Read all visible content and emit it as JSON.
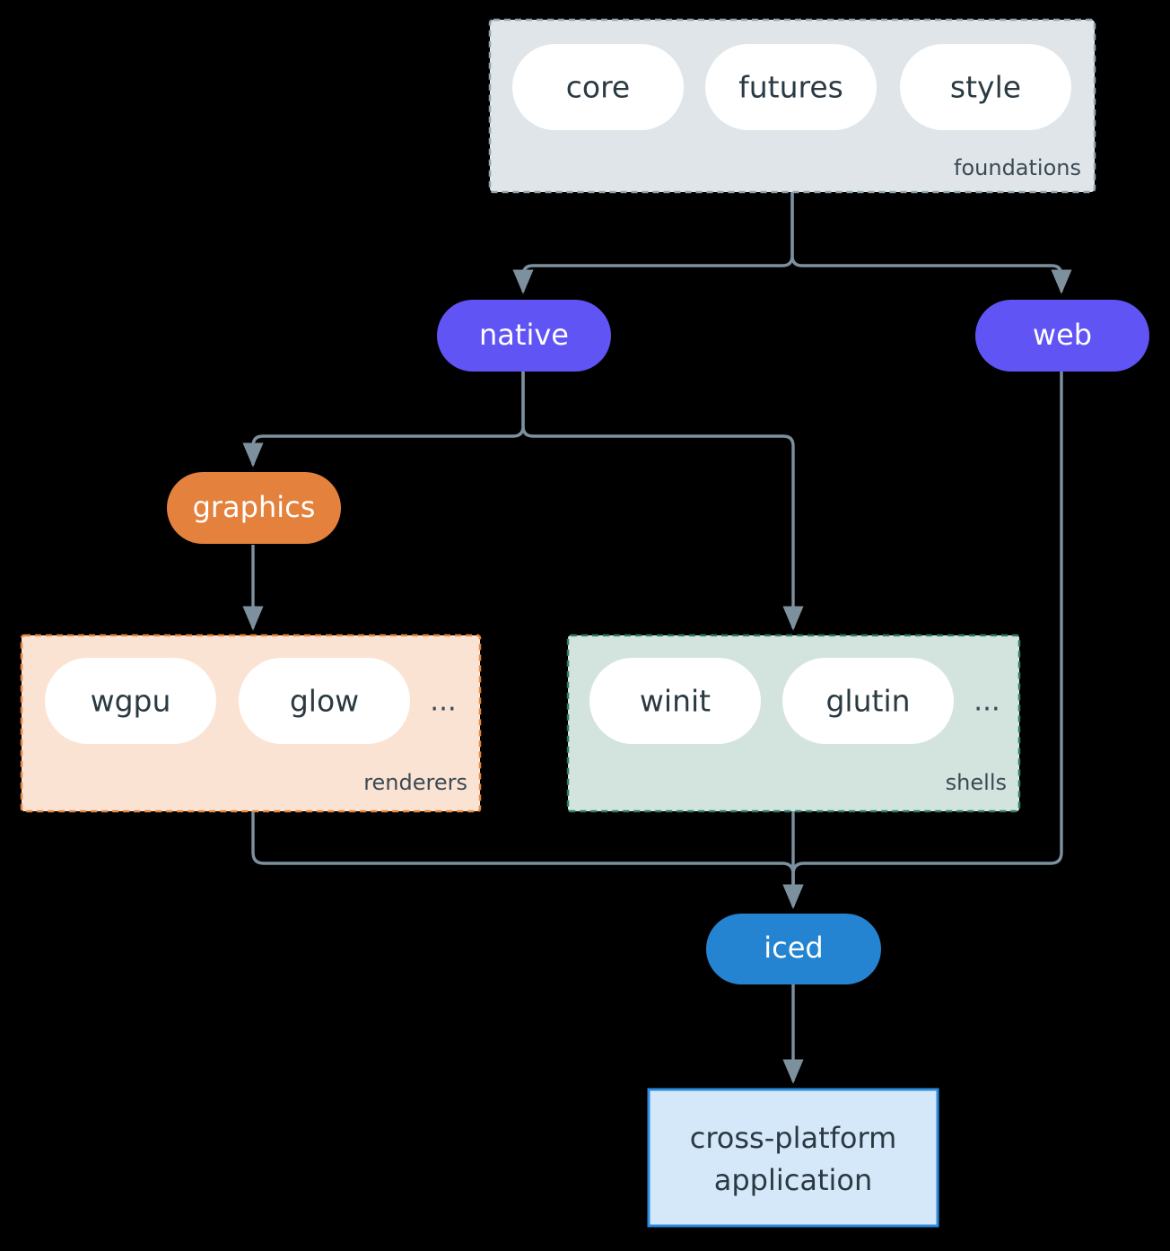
{
  "diagram": {
    "type": "architecture-flow-diagram",
    "background_color": "#000000",
    "edge_color": "#7D909E",
    "dark_text_color": "#2A3942",
    "light_text_color": "#FFFFFF",
    "groups": [
      {
        "id": "foundations",
        "caption": "foundations",
        "fill": "#DFE5E8",
        "border_color": "#8FA3B0",
        "border_style": "dashed",
        "items": [
          {
            "label": "core"
          },
          {
            "label": "futures"
          },
          {
            "label": "style"
          }
        ],
        "overflow_label": ""
      },
      {
        "id": "renderers",
        "caption": "renderers",
        "fill": "#FBE3D4",
        "border_color": "#E8863B",
        "border_style": "dashed",
        "items": [
          {
            "label": "wgpu"
          },
          {
            "label": "glow"
          }
        ],
        "overflow_label": "..."
      },
      {
        "id": "shells",
        "caption": "shells",
        "fill": "#D3E3DE",
        "border_color": "#2E7D6B",
        "border_style": "dashed",
        "items": [
          {
            "label": "winit"
          },
          {
            "label": "glutin"
          }
        ],
        "overflow_label": "..."
      }
    ],
    "nodes": [
      {
        "id": "native",
        "label": "native",
        "fill": "#6154F5",
        "text_color": "#FFFFFF",
        "shape": "pill"
      },
      {
        "id": "web",
        "label": "web",
        "fill": "#6154F5",
        "text_color": "#FFFFFF",
        "shape": "pill"
      },
      {
        "id": "graphics",
        "label": "graphics",
        "fill": "#E4813C",
        "text_color": "#FFFFFF",
        "shape": "pill"
      },
      {
        "id": "iced",
        "label": "iced",
        "fill": "#2484D1",
        "text_color": "#FFFFFF",
        "shape": "pill"
      },
      {
        "id": "application",
        "label_line_1": "cross-platform",
        "label_line_2": "application",
        "fill": "#D5E8F9",
        "border_color": "#2D8BE0",
        "text_color": "#2A3942",
        "shape": "rect"
      }
    ],
    "edges": [
      {
        "from": "foundations",
        "to": "native"
      },
      {
        "from": "foundations",
        "to": "web"
      },
      {
        "from": "native",
        "to": "graphics"
      },
      {
        "from": "native",
        "to": "shells"
      },
      {
        "from": "graphics",
        "to": "renderers"
      },
      {
        "from": "renderers",
        "to": "iced"
      },
      {
        "from": "shells",
        "to": "iced"
      },
      {
        "from": "web",
        "to": "iced"
      },
      {
        "from": "iced",
        "to": "application"
      }
    ]
  }
}
